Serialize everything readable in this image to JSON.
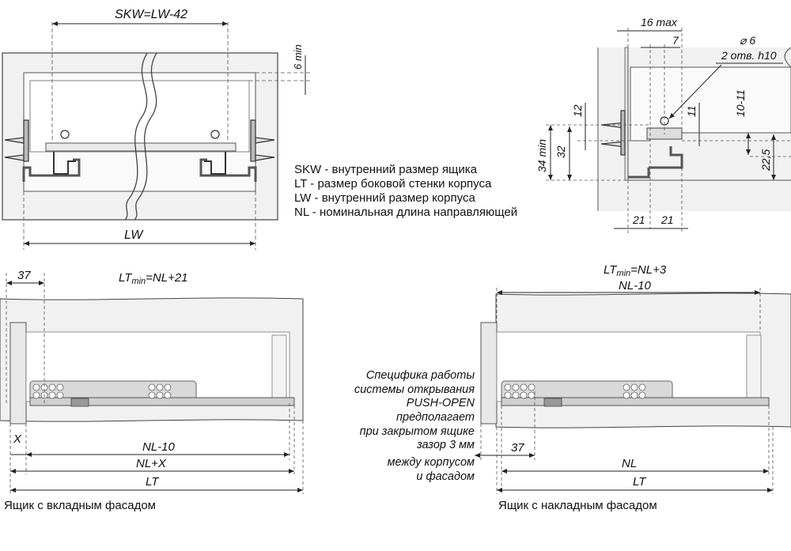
{
  "legend": [
    "SKW - внутренний размер ящика",
    "LT    - размер боковой стенки корпуса",
    "LW   - внутренний размер корпуса",
    "NL   - номинальная длина направляющей"
  ],
  "top_left": {
    "skw_label": "SKW=LW-42",
    "min6_label": "6 min",
    "lw_label": "LW"
  },
  "top_right": {
    "max16_label": "16 max",
    "d7_label": "7",
    "hole_d_label": "⌀ 6",
    "hole_spec_label": "2 отв. h10",
    "d12_label": "12",
    "d11_label": "11",
    "d1011_label": "10-11",
    "d34_label": "34 min",
    "d32_label": "32",
    "d225_label": "22,5",
    "d21a_label": "21",
    "d21b_label": "21"
  },
  "bottom_left": {
    "d37_label": "37",
    "lt_formula_prefix": "LT",
    "lt_formula_sub": "min",
    "lt_formula_rest": "=NL+21",
    "x_label": "X",
    "nl10_label": "NL-10",
    "nlx_label": "NL+X",
    "lt_label": "LT",
    "caption": "Ящик с вкладным фасадом"
  },
  "bottom_right": {
    "lt_formula_prefix": "LT",
    "lt_formula_sub": "min",
    "lt_formula_rest": "=NL+3",
    "nl10_label": "NL-10",
    "d37_label": "37",
    "nl_label": "NL",
    "lt_label": "LT",
    "caption": "Ящик с накладным фасадом",
    "note": [
      "Специфика работы",
      "системы открывания",
      "PUSH-OPEN",
      "предполагает",
      "при закрытом ящике",
      "зазор 3 мм",
      "между корпусом",
      "и фасадом"
    ]
  }
}
